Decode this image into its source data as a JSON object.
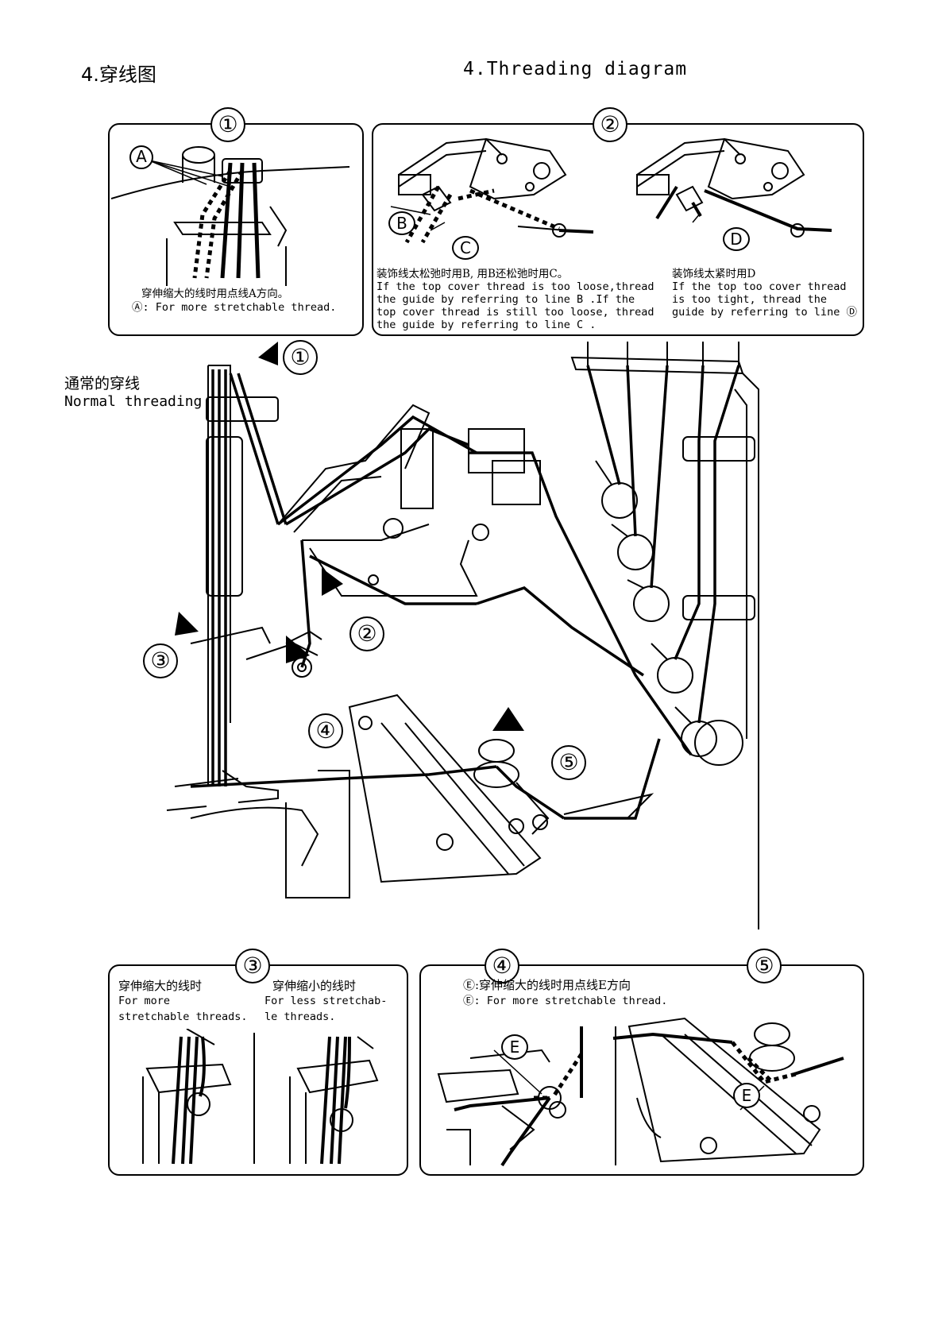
{
  "header": {
    "title_cn": "4.穿线图",
    "title_en": "4.Threading diagram"
  },
  "panel1": {
    "number": "①",
    "letter_a": "A",
    "caption_cn": "穿伸缩大的线时用点线A方向。",
    "caption_en": "Ⓐ: For more stretchable thread."
  },
  "panel2": {
    "number": "②",
    "letter_b": "B",
    "letter_c": "C",
    "letter_d": "D",
    "left_cn": "装饰线太松弛时用B, 用B还松弛时用C。",
    "left_en_1": "If the top cover thread is too loose,thread",
    "left_en_2": "the guide by referring to line B .If the",
    "left_en_3": "top cover thread is still too loose, thread",
    "left_en_4": "the guide by referring to line C .",
    "right_cn": "装饰线太紧时用D",
    "right_en_1": "If the top too cover thread",
    "right_en_2": "is too tight, thread the",
    "right_en_3": "guide by referring to line Ⓓ"
  },
  "main": {
    "normal_cn": "通常的穿线",
    "normal_en": "Normal threading",
    "markers": [
      "①",
      "②",
      "③",
      "④",
      "⑤"
    ]
  },
  "panel3": {
    "number": "③",
    "left_cn": "穿伸缩大的线时",
    "left_en_1": "For more",
    "left_en_2": "stretchable threads.",
    "right_cn": "穿伸缩小的线时",
    "right_en_1": "For less stretchab-",
    "right_en_2": "le threads."
  },
  "panel45": {
    "number4": "④",
    "number5": "⑤",
    "caption_cn": "Ⓔ:穿伸缩大的线时用点线E方向",
    "caption_en": "Ⓔ: For more stretchable thread.",
    "letter_e": "E"
  }
}
